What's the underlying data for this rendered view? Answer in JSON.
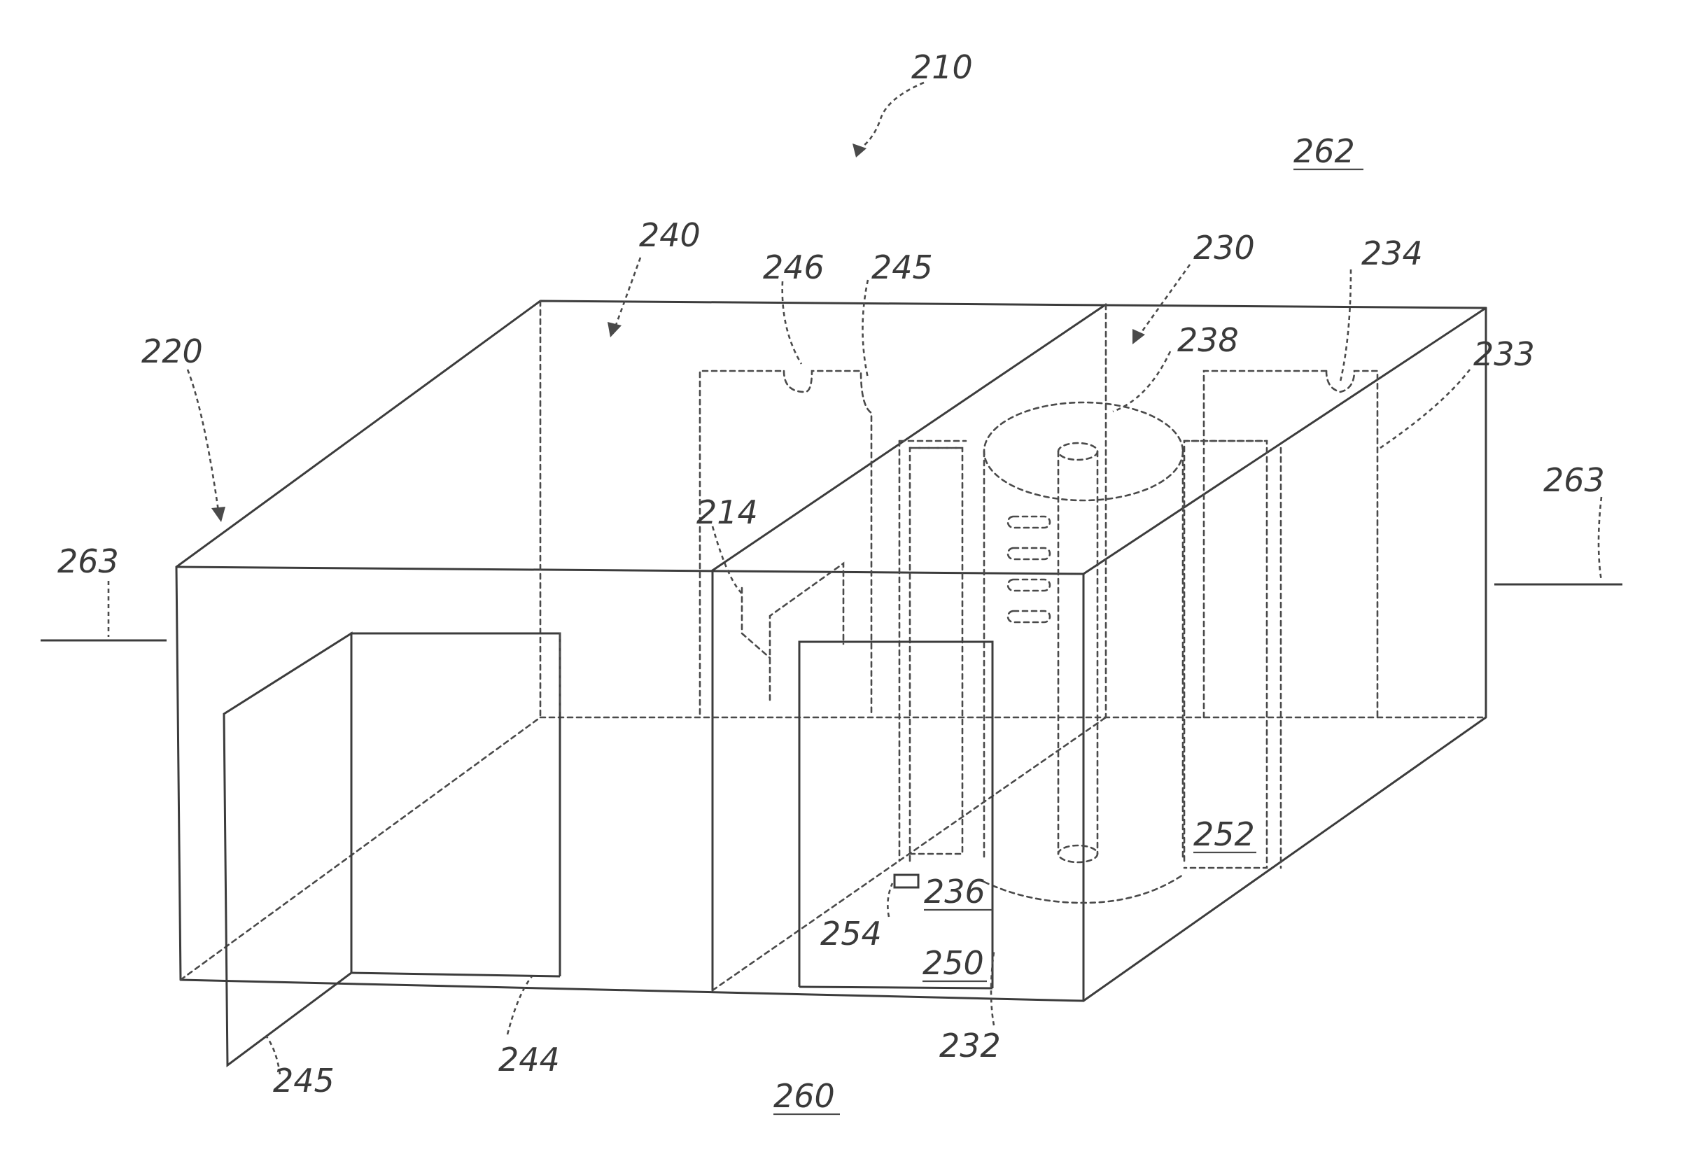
{
  "references": {
    "r210": "210",
    "r262": "262",
    "r240": "240",
    "r246": "246",
    "r245_top": "245",
    "r230": "230",
    "r234": "234",
    "r220": "220",
    "r238": "238",
    "r233": "233",
    "r263_left": "263",
    "r263_right": "263",
    "r214": "214",
    "r252": "252",
    "r236": "236",
    "r254": "254",
    "r250": "250",
    "r232": "232",
    "r245_bottom": "245",
    "r244": "244",
    "r260": "260"
  }
}
